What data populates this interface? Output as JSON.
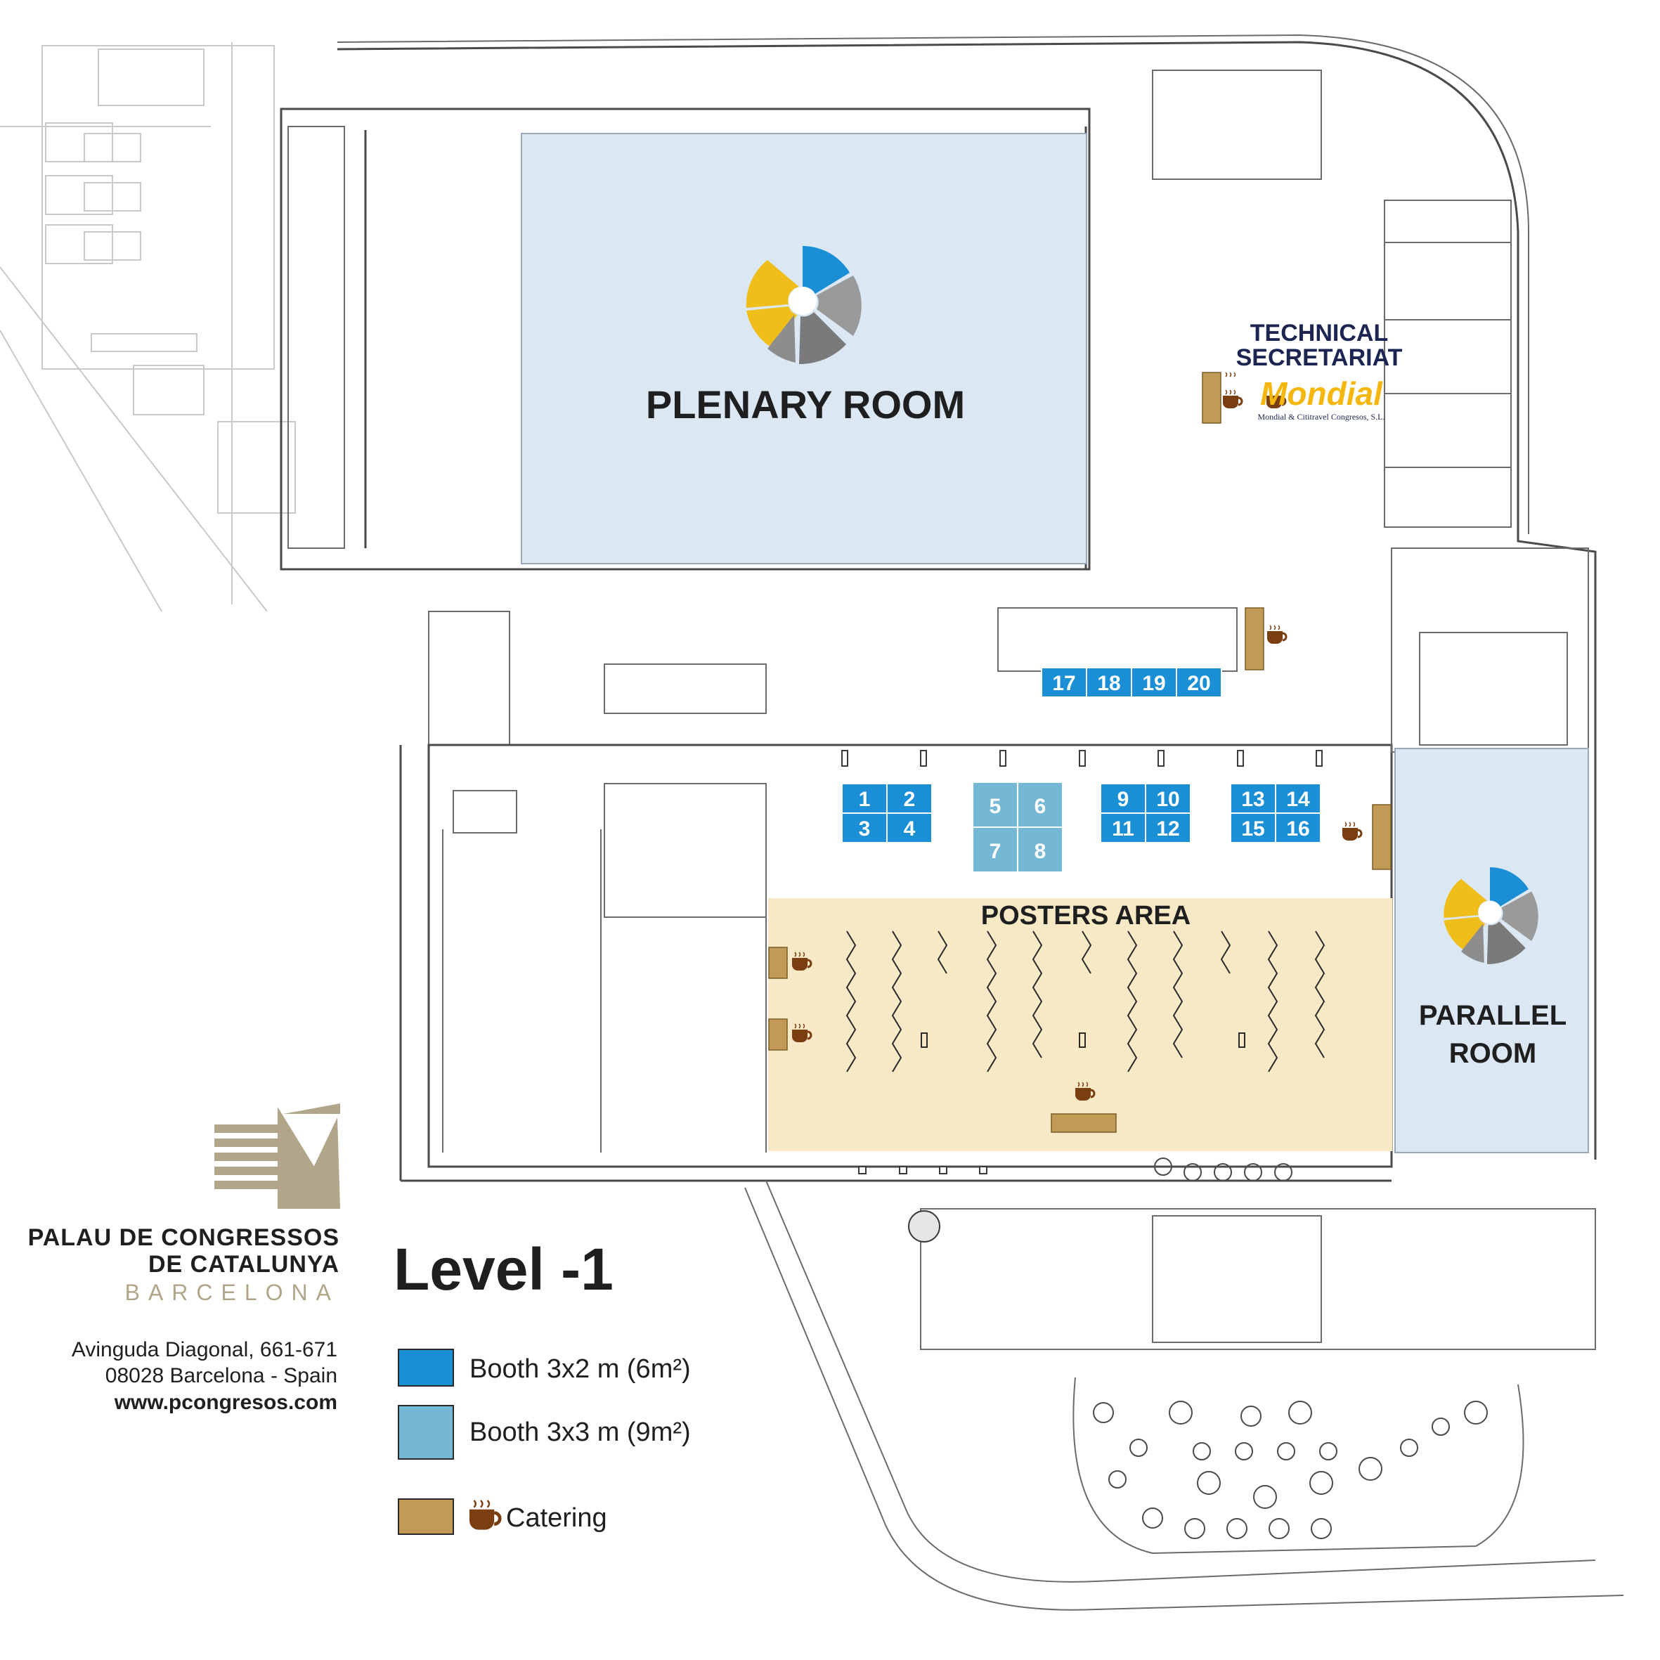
{
  "map": {
    "rooms": {
      "plenary": "PLENARY ROOM",
      "parallel_line1": "PARALLEL",
      "parallel_line2": "ROOM",
      "posters": "POSTERS AREA",
      "tech_line1": "TECHNICAL",
      "tech_line2": "SECRETARIAT"
    },
    "sponsor": {
      "brand": "Mondial",
      "tagline": "Mondial & Cititravel Congresos, S.L."
    },
    "booths_small": [
      "1",
      "2",
      "3",
      "4",
      "9",
      "10",
      "11",
      "12",
      "13",
      "14",
      "15",
      "16",
      "17",
      "18",
      "19",
      "20"
    ],
    "booths_large": [
      "5",
      "6",
      "7",
      "8"
    ],
    "level": "Level -1"
  },
  "venue": {
    "name_line1": "PALAU DE CONGRESSOS",
    "name_line2": "DE CATALUNYA",
    "city": "BARCELONA",
    "address_line1": "Avinguda Diagonal, 661-671",
    "address_line2": "08028 Barcelona - Spain",
    "website": "www.pcongresos.com"
  },
  "legend": {
    "booth_small": "Booth 3x2 m (6m²)",
    "booth_large": "Booth 3x3 m (9m²)",
    "catering": "Catering"
  },
  "colors": {
    "booth_small": "#1a8fd6",
    "booth_large": "#74b8d6",
    "catering": "#c19a55",
    "room_fill": "#dbe8f4",
    "posters_fill": "#f7e9c6",
    "logo_yellow": "#f0be1a",
    "logo_blue": "#1a8fd6",
    "logo_gray": "#9a9a9a",
    "venue_logo": "#b2a68a",
    "text_dark": "#1f1f1f",
    "navy": "#1c2452",
    "mondial_yellow": "#f5b70e"
  }
}
